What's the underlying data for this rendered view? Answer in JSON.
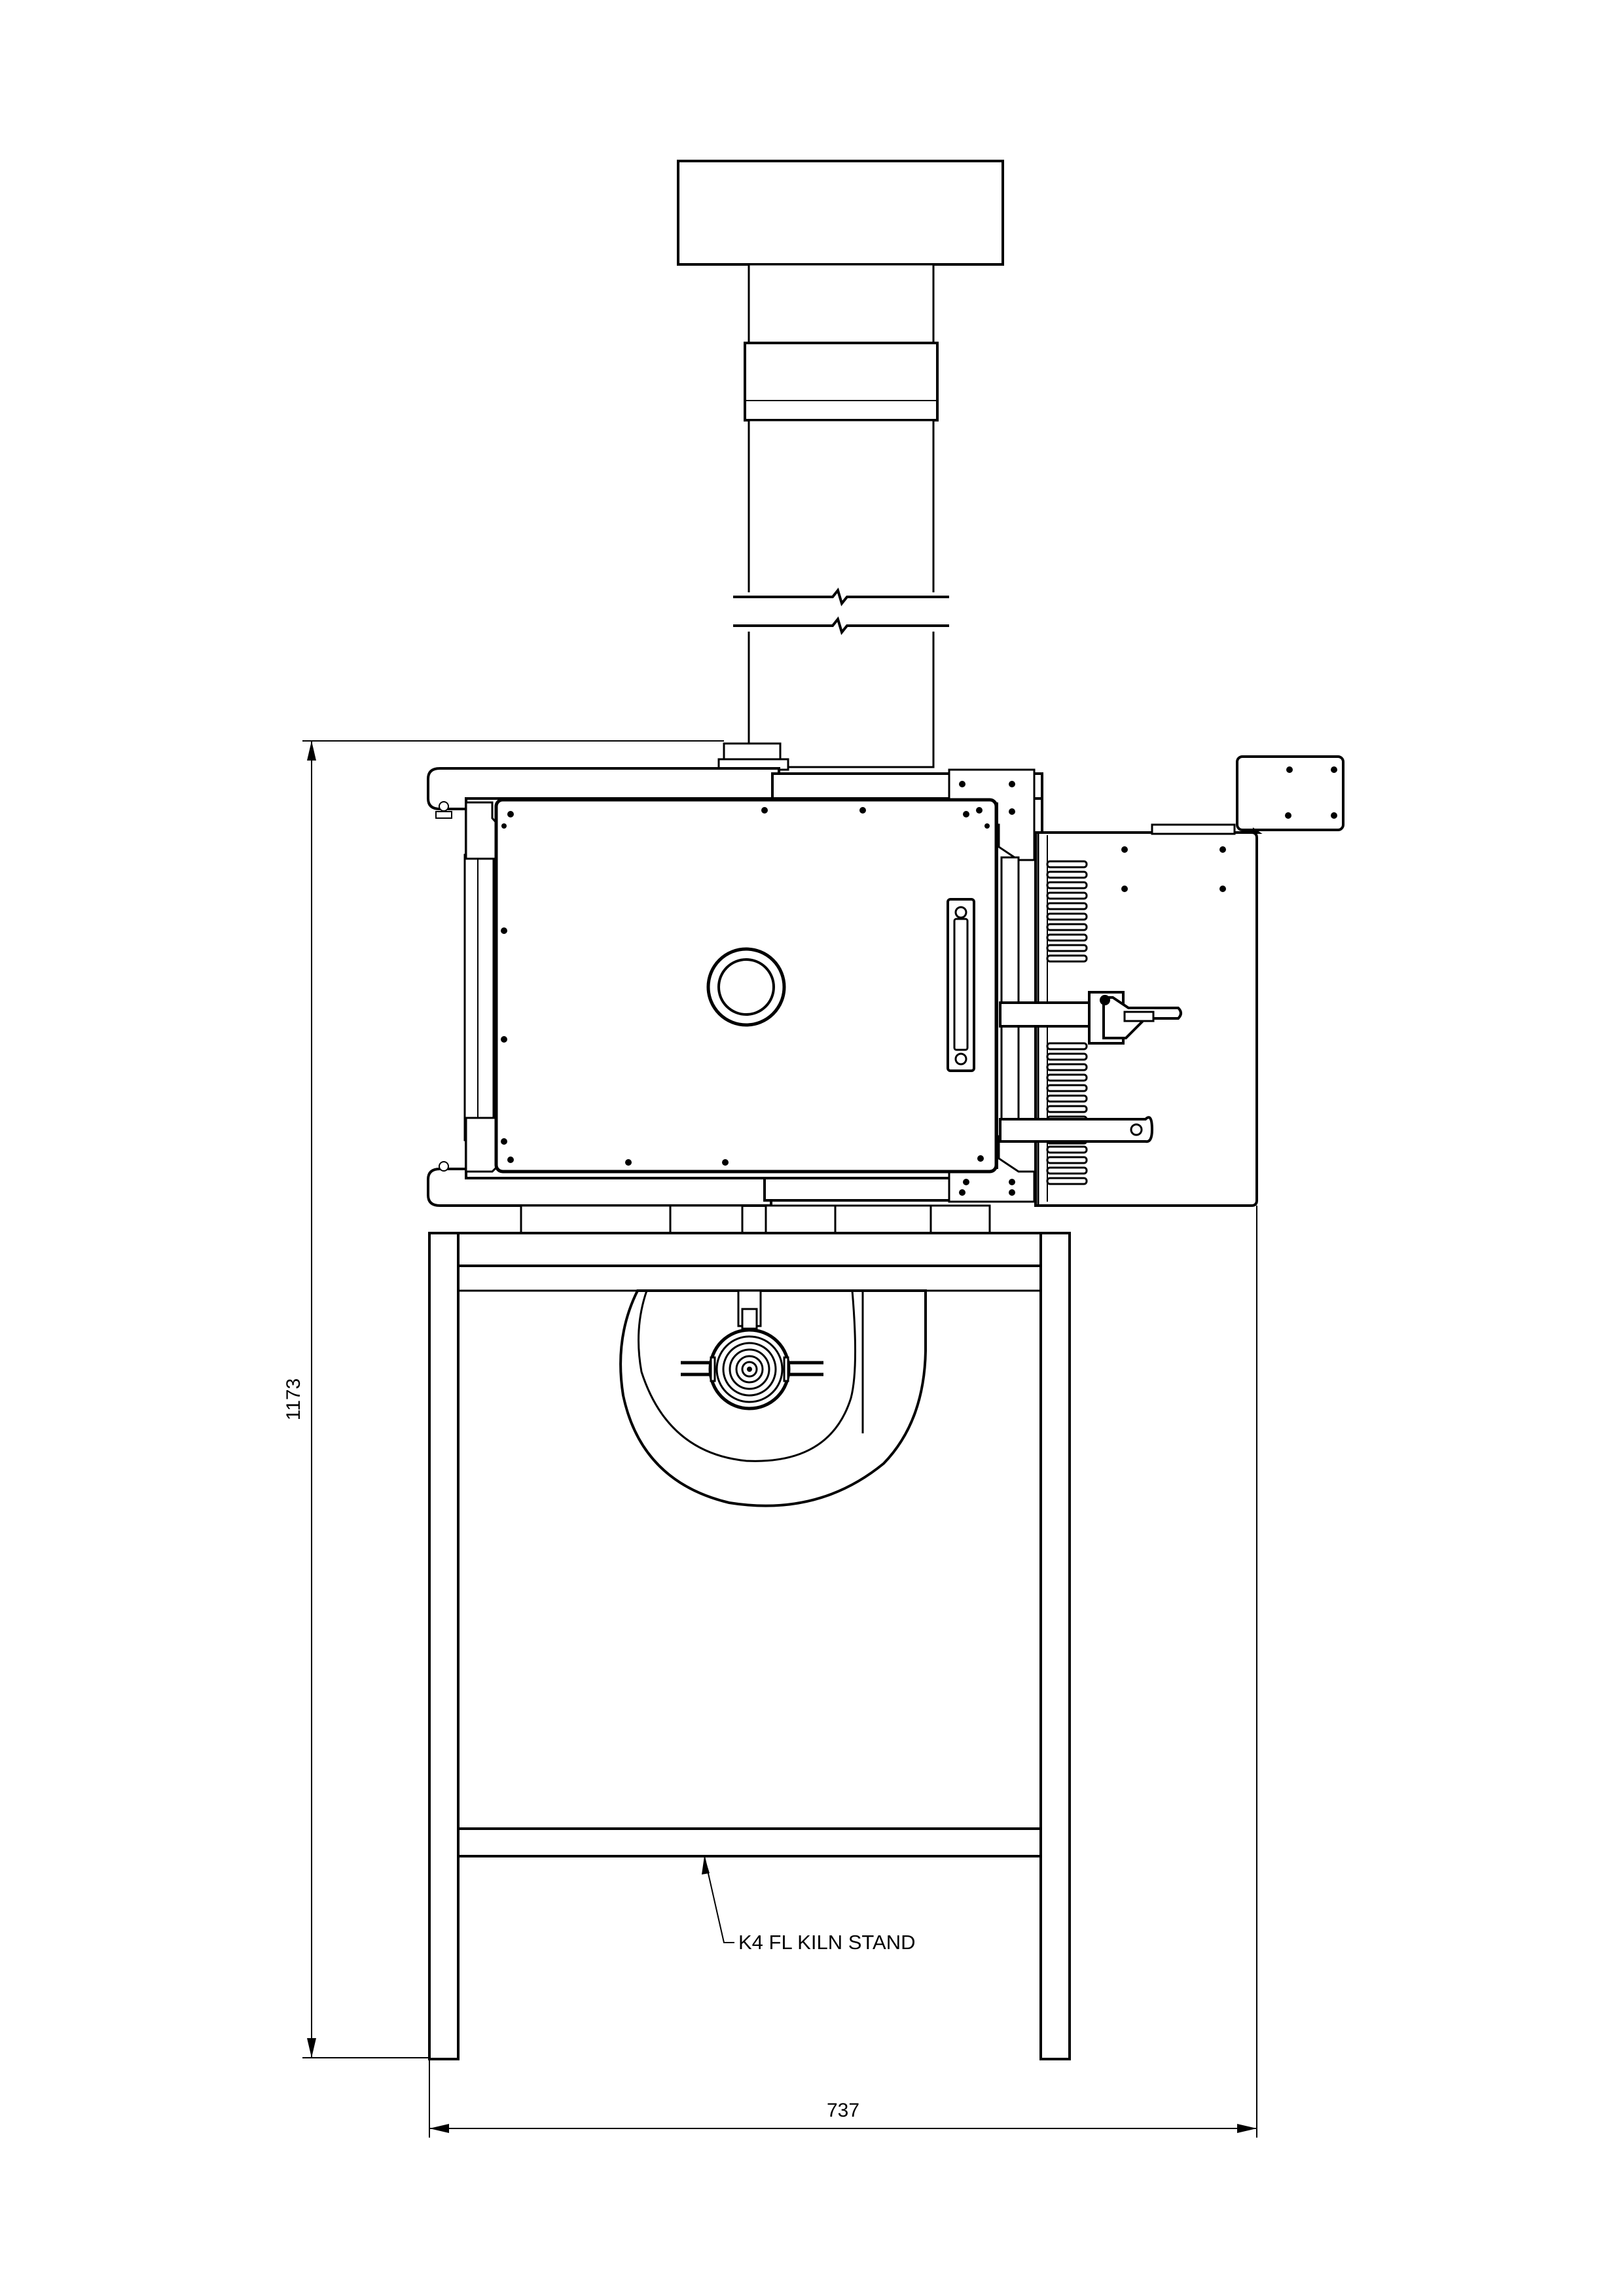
{
  "drawing": {
    "dimensions": {
      "height": "1173",
      "width": "737"
    },
    "callouts": {
      "stand_label": "K4 FL KILN STAND"
    },
    "colors": {
      "line": "#000000",
      "background": "#ffffff"
    }
  }
}
